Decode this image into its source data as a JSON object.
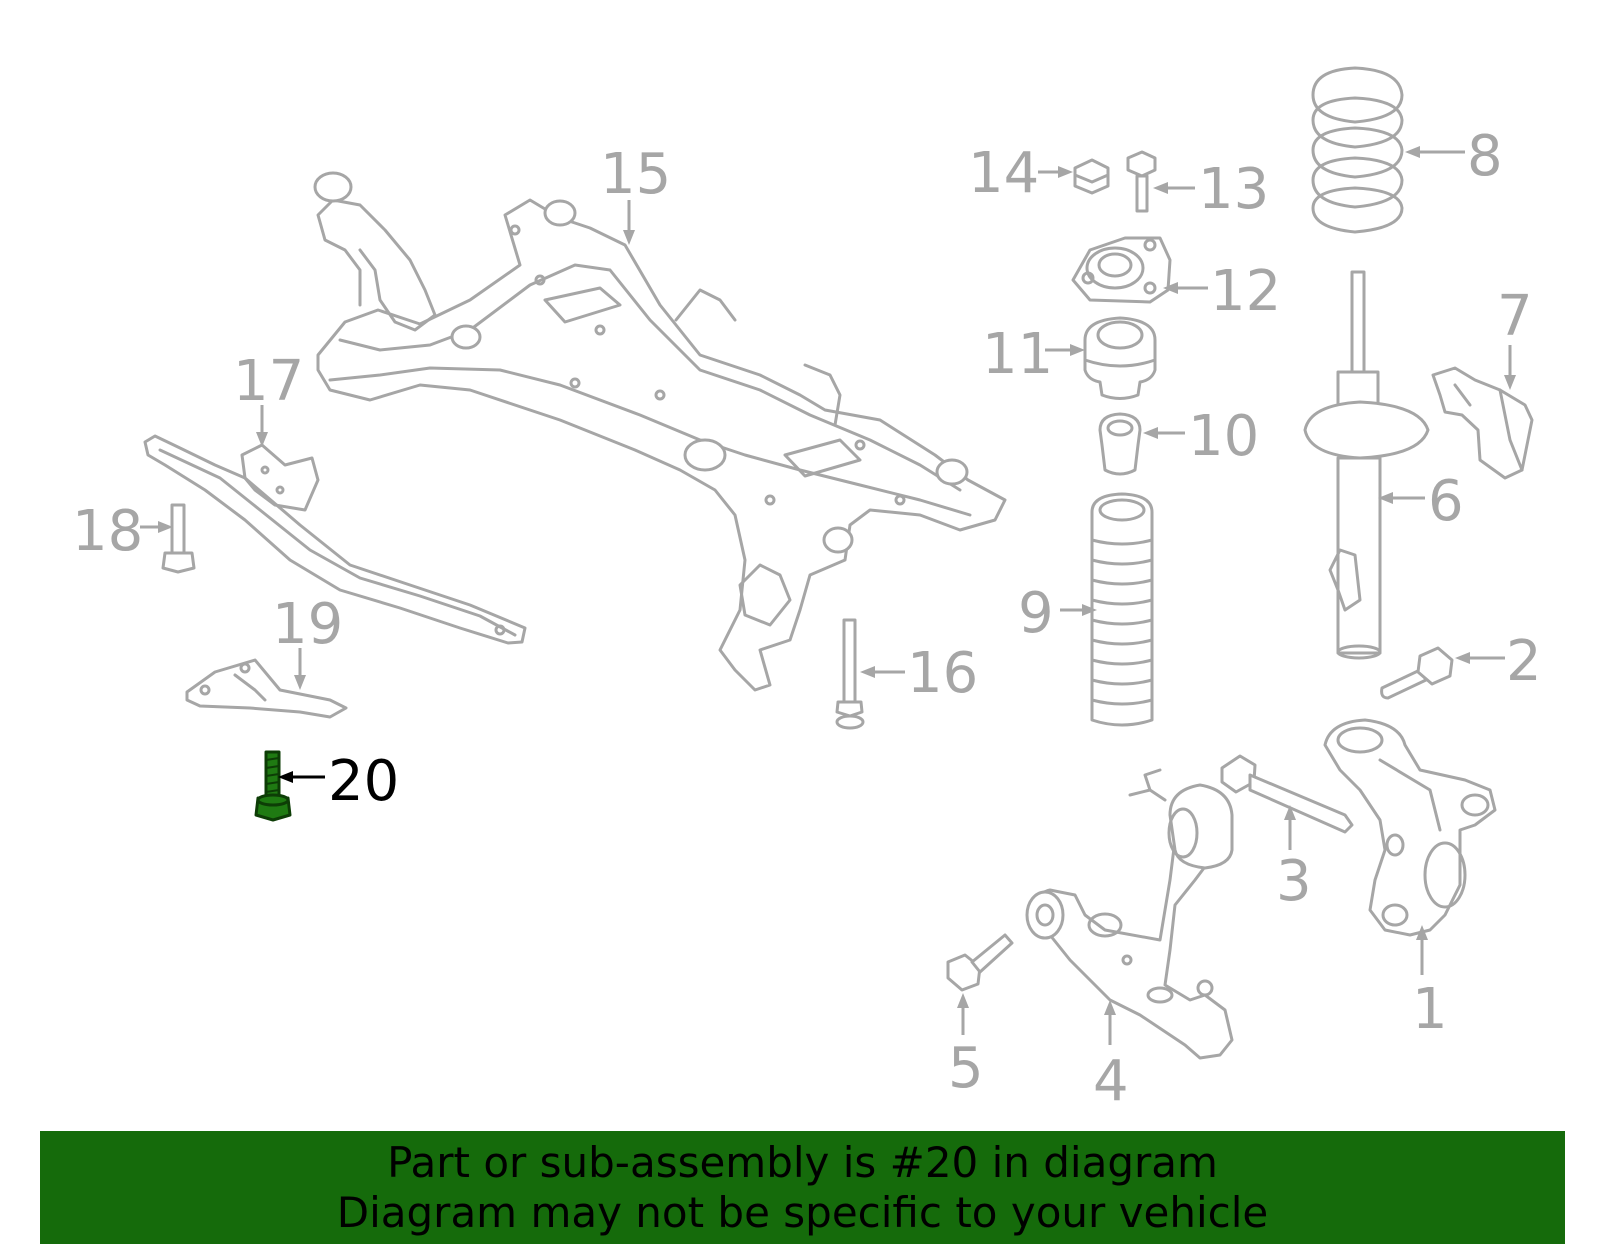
{
  "callouts": {
    "c1": "1",
    "c2": "2",
    "c3": "3",
    "c4": "4",
    "c5": "5",
    "c6": "6",
    "c7": "7",
    "c8": "8",
    "c9": "9",
    "c10": "10",
    "c11": "11",
    "c12": "12",
    "c13": "13",
    "c14": "14",
    "c15": "15",
    "c16": "16",
    "c17": "17",
    "c18": "18",
    "c19": "19",
    "c20": "20"
  },
  "highlighted_part": "20",
  "colors": {
    "line_art": "#a6a6a6",
    "highlight_part": "#1f7a12",
    "banner_background": "#156b0b",
    "banner_text": "#000000"
  },
  "banner": {
    "line1": "Part or sub-assembly is #20 in diagram",
    "line2": "Diagram may not be specific to your vehicle"
  }
}
